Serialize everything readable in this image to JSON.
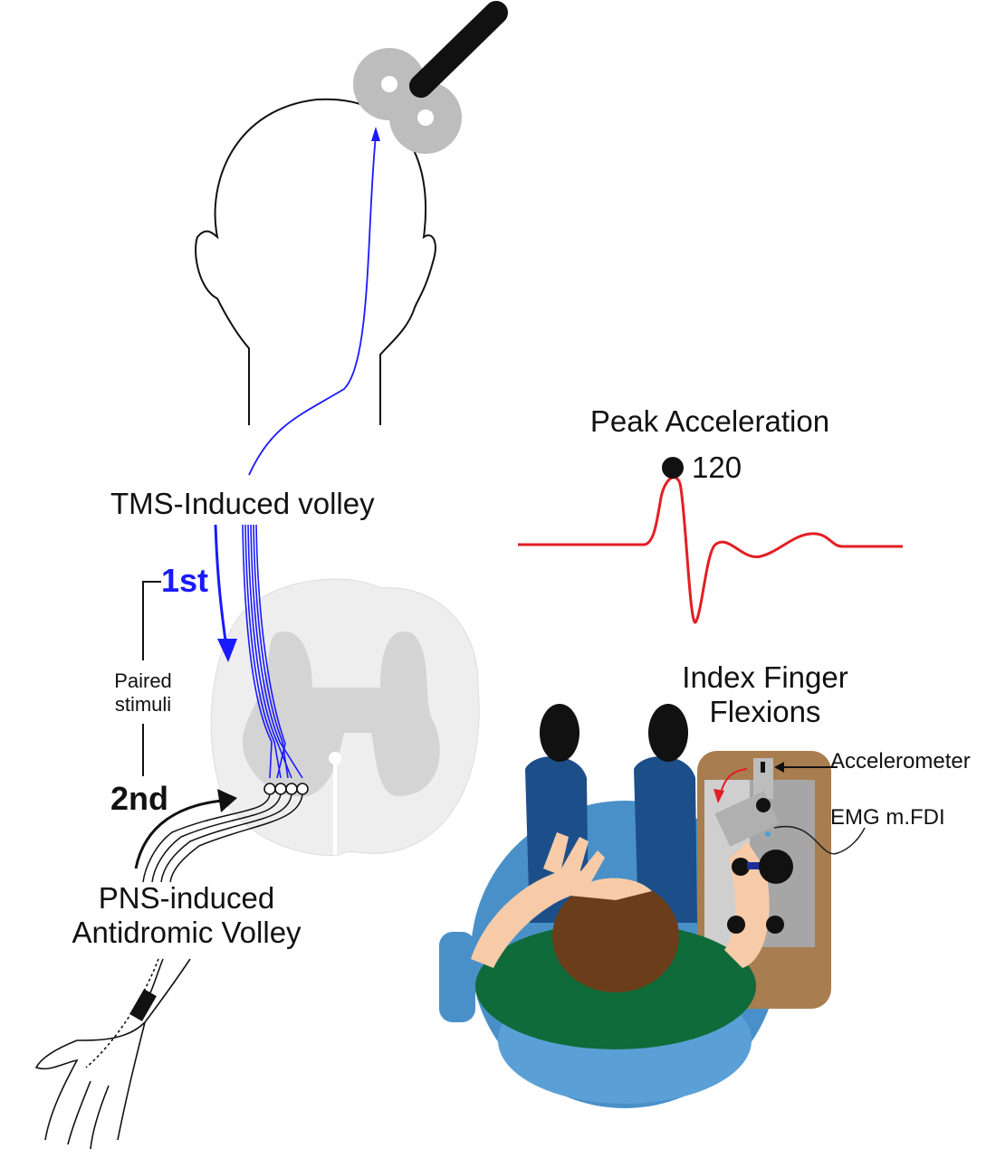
{
  "tms": {
    "volley_label": "TMS-Induced volley",
    "first_label": "1st"
  },
  "paired": {
    "line1": "Paired",
    "line2": "stimuli",
    "second_label": "2nd"
  },
  "pns": {
    "line1": "PNS-induced",
    "line2": "Antidromic Volley"
  },
  "acceleration": {
    "title": "Peak Acceleration",
    "peak_value": "120"
  },
  "task": {
    "line1": "Index Finger",
    "line2": "Flexions",
    "accelerometer_label": "Accelerometer",
    "emg_label": "EMG m.FDI"
  },
  "colors": {
    "volley": "#1a1aff",
    "waveform": "#e31e24",
    "chair": "#4a90c8",
    "board": "#a87d4f"
  }
}
